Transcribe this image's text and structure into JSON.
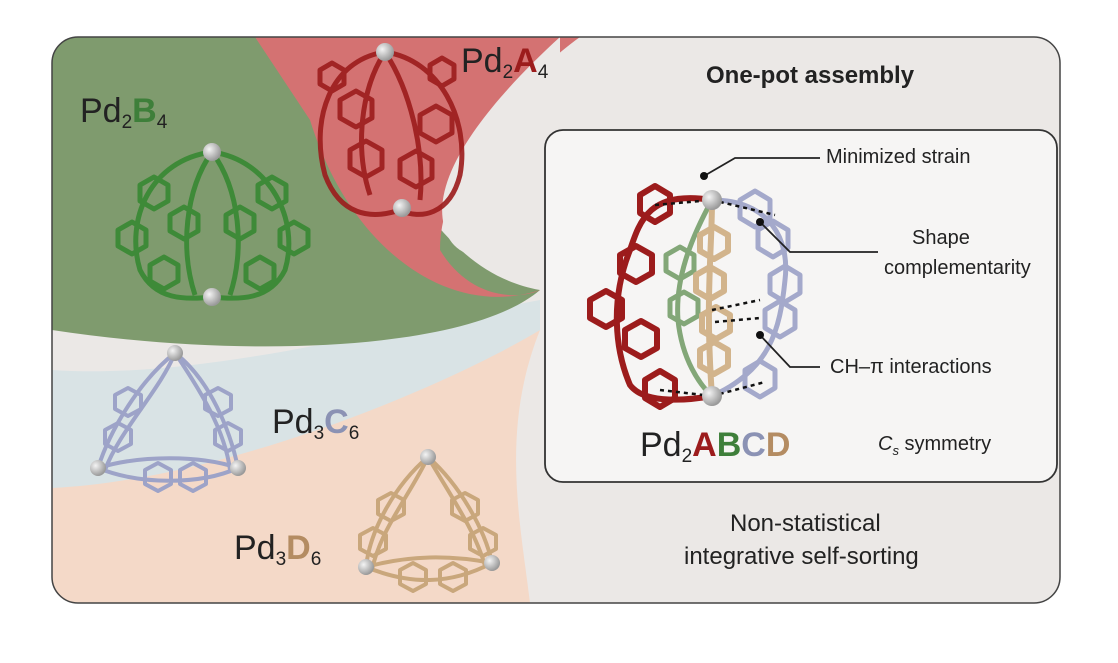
{
  "header": {
    "title": "One-pot assembly"
  },
  "species": {
    "a": {
      "pre": "Pd",
      "n": "2",
      "letter": "A",
      "m": "4"
    },
    "b": {
      "pre": "Pd",
      "n": "2",
      "letter": "B",
      "m": "4"
    },
    "c": {
      "pre": "Pd",
      "n": "3",
      "letter": "C",
      "m": "6"
    },
    "d": {
      "pre": "Pd",
      "n": "3",
      "letter": "D",
      "m": "6"
    }
  },
  "product": {
    "pre": "Pd",
    "n": "2",
    "l1": "A",
    "l2": "B",
    "l3": "C",
    "l4": "D"
  },
  "features": {
    "strain": "Minimized strain",
    "shape1": "Shape",
    "shape2": "complementarity",
    "ch": "CH–π interactions"
  },
  "symmetry": {
    "symbol": "C",
    "sub": "s",
    "text": "symmetry"
  },
  "footer": {
    "line1": "Non-statistical",
    "line2": "integrative self-sorting"
  },
  "colors": {
    "A": "#9c1c1c",
    "B": "#3e7f3a",
    "C": "#a4a9cb",
    "D": "#d2b48c",
    "Pd": "#c8c8c8"
  }
}
